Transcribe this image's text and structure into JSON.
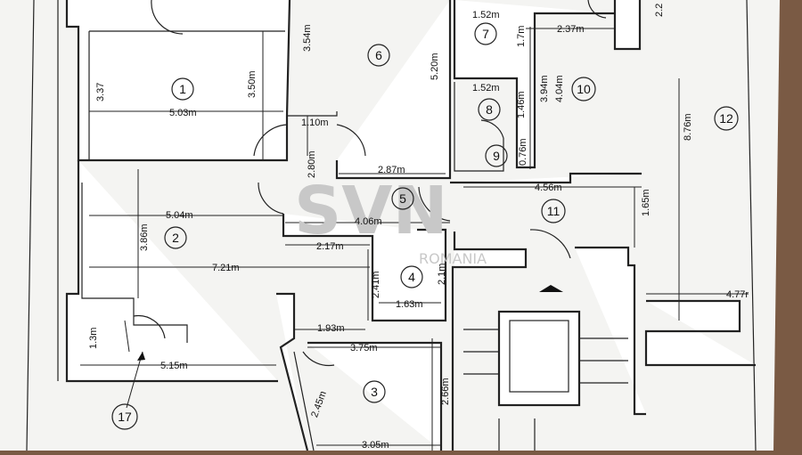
{
  "plan": {
    "rooms": [
      {
        "id": "room-1",
        "number": "1"
      },
      {
        "id": "room-2",
        "number": "2"
      },
      {
        "id": "room-3",
        "number": "3"
      },
      {
        "id": "room-4",
        "number": "4"
      },
      {
        "id": "room-5",
        "number": "5"
      },
      {
        "id": "room-6",
        "number": "6"
      },
      {
        "id": "room-7",
        "number": "7"
      },
      {
        "id": "room-8",
        "number": "8"
      },
      {
        "id": "room-9",
        "number": "9"
      },
      {
        "id": "room-10",
        "number": "10"
      },
      {
        "id": "room-11",
        "number": "11"
      },
      {
        "id": "room-12",
        "number": "12"
      },
      {
        "id": "room-17",
        "number": "17"
      }
    ],
    "dimensions": [
      "3.37",
      "5.03m",
      "3.50m",
      "3.54m",
      "5.20m",
      "1.10m",
      "2.80m",
      "2.87m",
      "5.04m",
      "3.86m",
      "4.06m",
      "2.17m",
      "7.21m",
      "2.41m",
      "2.1m",
      "1.63m",
      "1.93m",
      "3.75m",
      "1.3m",
      "5.15m",
      "2.45m",
      "2.66m",
      "3.05m",
      "1.52m",
      "1.7m",
      "2.37m",
      "2.2",
      "1.52m",
      "1.46m",
      "3.94m",
      "4.04m",
      "0.76m",
      "4.56m",
      "1.65m",
      "8.76m",
      "4.77r"
    ],
    "watermark": {
      "main": "SVN",
      "sub": "ROMANIA"
    }
  }
}
